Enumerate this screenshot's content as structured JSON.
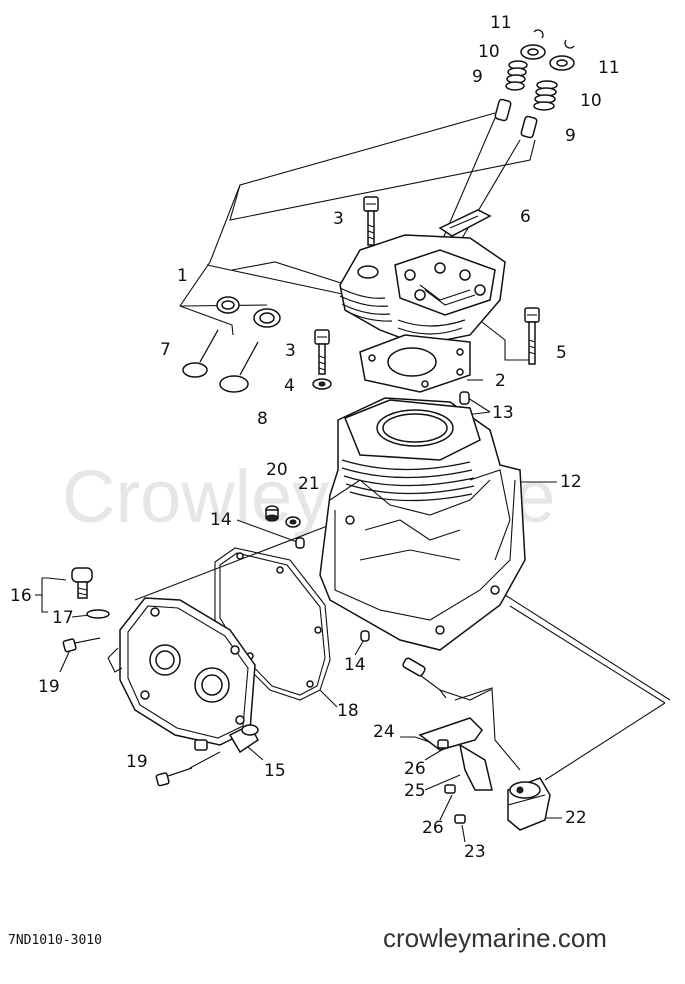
{
  "watermark": "Crowleymarine",
  "footer": {
    "diagram_code": "7ND1010-3010",
    "site": "crowleymarine.com"
  },
  "callouts": [
    {
      "id": "c11a",
      "text": "11"
    },
    {
      "id": "c10a",
      "text": "10"
    },
    {
      "id": "c9a",
      "text": "9"
    },
    {
      "id": "c11b",
      "text": "11"
    },
    {
      "id": "c10b",
      "text": "10"
    },
    {
      "id": "c9b",
      "text": "9"
    },
    {
      "id": "c3a",
      "text": "3"
    },
    {
      "id": "c6",
      "text": "6"
    },
    {
      "id": "c1",
      "text": "1"
    },
    {
      "id": "c7",
      "text": "7"
    },
    {
      "id": "c3b",
      "text": "3"
    },
    {
      "id": "c5",
      "text": "5"
    },
    {
      "id": "c4",
      "text": "4"
    },
    {
      "id": "c2",
      "text": "2"
    },
    {
      "id": "c8",
      "text": "8"
    },
    {
      "id": "c13",
      "text": "13"
    },
    {
      "id": "c20",
      "text": "20"
    },
    {
      "id": "c21",
      "text": "21"
    },
    {
      "id": "c12",
      "text": "12"
    },
    {
      "id": "c14a",
      "text": "14"
    },
    {
      "id": "c16",
      "text": "16"
    },
    {
      "id": "c17",
      "text": "17"
    },
    {
      "id": "c19a",
      "text": "19"
    },
    {
      "id": "c14b",
      "text": "14"
    },
    {
      "id": "c18",
      "text": "18"
    },
    {
      "id": "c24",
      "text": "24"
    },
    {
      "id": "c26a",
      "text": "26"
    },
    {
      "id": "c25",
      "text": "25"
    },
    {
      "id": "c19b",
      "text": "19"
    },
    {
      "id": "c15",
      "text": "15"
    },
    {
      "id": "c22",
      "text": "22"
    },
    {
      "id": "c26b",
      "text": "26"
    },
    {
      "id": "c23",
      "text": "23"
    }
  ]
}
